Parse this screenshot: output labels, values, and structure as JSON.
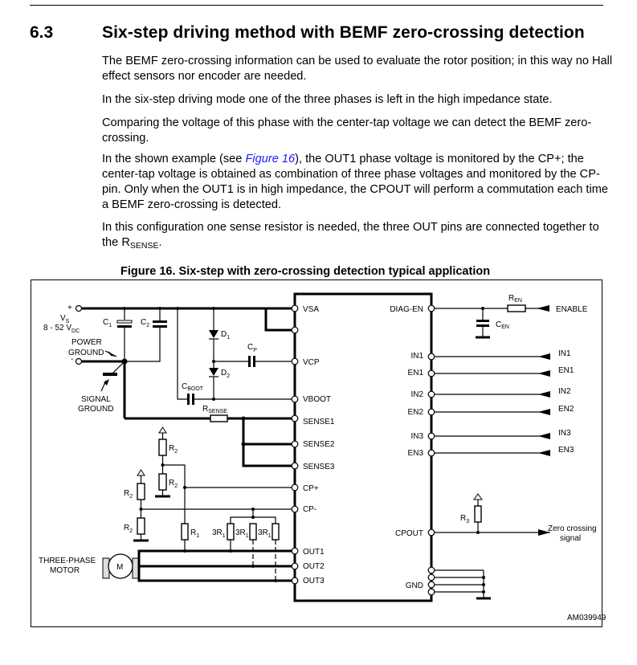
{
  "section": {
    "number": "6.3",
    "title": "Six-step driving method with BEMF zero-crossing detection"
  },
  "paragraphs": {
    "p1": "The BEMF zero-crossing information can be used to evaluate the rotor position; in this way no Hall effect sensors nor encoder are needed.",
    "p2": "In the six-step driving mode one of the three phases is left in the high impedance state.",
    "p3": "Comparing the voltage of this phase with the center-tap voltage we can detect the BEMF zero-crossing.",
    "p4_before": "In the shown example (see ",
    "p4_link": "Figure 16",
    "p4_after": "), the OUT1 phase voltage is monitored by the CP+; the center-tap voltage is obtained as combination of three phase voltages and monitored by the CP- pin. Only when the OUT1 is in high impedance, the CPOUT will perform a commutation each time a BEMF zero-crossing is detected.",
    "p5_before": "In this configuration one sense resistor is needed, the three OUT pins are connected together to the R",
    "p5_sub": "SENSE",
    "p5_after": "."
  },
  "figure": {
    "caption": "Figure 16. Six-step with zero-crossing detection typical application",
    "id_code": "AM039949",
    "supply": {
      "plus": "+",
      "minus": "-",
      "vs": "V",
      "vs_sub": "S",
      "range": "8 - 52 V",
      "range_sub": "DC"
    },
    "labels": {
      "power_ground_1": "POWER",
      "power_ground_2": "GROUND",
      "signal_ground_1": "SIGNAL",
      "signal_ground_2": "GROUND",
      "motor_1": "THREE-PHASE",
      "motor_2": "MOTOR",
      "motor_m": "M",
      "zero_crossing_1": "Zero crossing",
      "zero_crossing_2": "signal",
      "enable": "ENABLE"
    },
    "components": {
      "c1": "C",
      "c1_sub": "1",
      "c2": "C",
      "c2_sub": "2",
      "d1": "D",
      "d1_sub": "1",
      "d2": "D",
      "d2_sub": "2",
      "cp": "C",
      "cp_sub": "P",
      "cboot": "C",
      "cboot_sub": "BOOT",
      "rsense": "R",
      "rsense_sub": "SENSE",
      "r2": "R",
      "r2_sub": "2",
      "r1": "R",
      "r1_sub": "1",
      "r1x3": "3R",
      "r1x3_sub": "1",
      "r3": "R",
      "r3_sub": "3",
      "ren": "R",
      "ren_sub": "EN",
      "cen": "C",
      "cen_sub": "EN"
    },
    "ic_left_pins": [
      "VSA",
      "VCP",
      "VBOOT",
      "SENSE1",
      "SENSE2",
      "SENSE3",
      "CP+",
      "CP-",
      "OUT1",
      "OUT2",
      "OUT3"
    ],
    "ic_right_pins": [
      "DIAG-EN",
      "IN1",
      "EN1",
      "IN2",
      "EN2",
      "IN3",
      "EN3",
      "CPOUT",
      "GND"
    ],
    "inputs": [
      "IN1",
      "EN1",
      "IN2",
      "EN2",
      "IN3",
      "EN3"
    ]
  }
}
